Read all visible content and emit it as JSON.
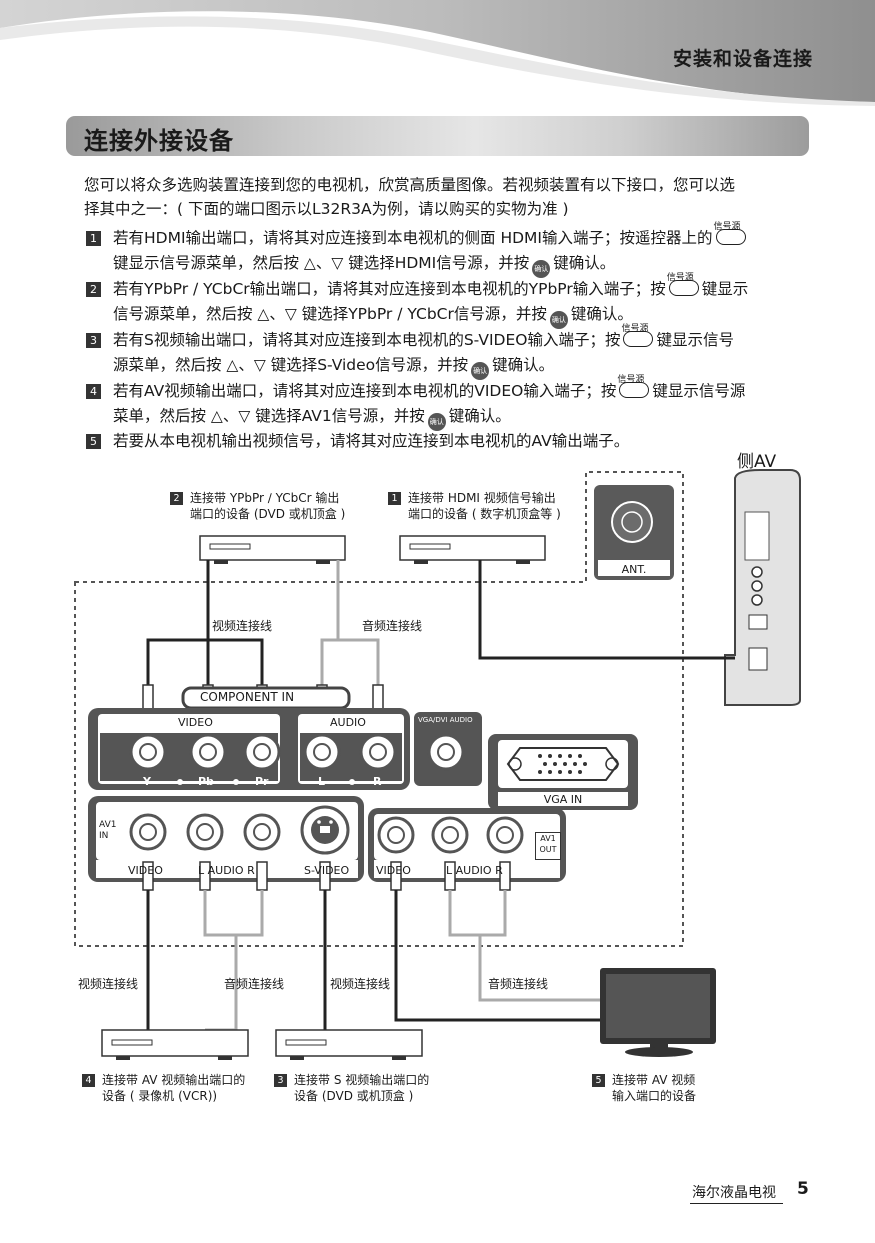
{
  "header": {
    "section_title": "安装和设备连接"
  },
  "page_title": "连接外接设备",
  "intro": [
    "您可以将众多选购装置连接到您的电视机，欣赏高质量图像。若视频装置有以下接口，您可以选",
    "择其中之一：( 下面的端口图示以L32R3A为例，请以购买的实物为准 )"
  ],
  "source_button_label": "信号源",
  "ok_button_label": "确认",
  "steps": [
    {
      "num": "1",
      "l1a": "若有HDMI输出端口，请将其对应连接到本电视机的侧面 HDMI输入端子；按遥控器上的",
      "l1b": "",
      "l2a": "键显示信号源菜单，然后按 △、▽ 键选择HDMI信号源，并按",
      "l2b": "键确认。"
    },
    {
      "num": "2",
      "l1a": "若有YPbPr ∕ YCbCr输出端口，请将其对应连接到本电视机的YPbPr输入端子；按",
      "l1b": "键显示",
      "l2a": "信号源菜单，然后按 △、▽ 键选择YPbPr ∕ YCbCr信号源，并按",
      "l2b": "键确认。"
    },
    {
      "num": "3",
      "l1a": "若有S视频输出端口，请将其对应连接到本电视机的S-VIDEO输入端子；按",
      "l1b": "键显示信号",
      "l2a": "源菜单，然后按 △、▽ 键选择S-Video信号源，并按",
      "l2b": "键确认。"
    },
    {
      "num": "4",
      "l1a": "若有AV视频输出端口，请将其对应连接到本电视机的VIDEO输入端子；按",
      "l1b": "键显示信号源",
      "l2a": "菜单，然后按 △、▽ 键选择AV1信号源，并按",
      "l2b": "键确认。"
    },
    {
      "num": "5",
      "l1a": "若要从本电视机输出视频信号，请将其对应连接到本电视机的AV输出端子。",
      "l1b": "",
      "l2a": "",
      "l2b": ""
    }
  ],
  "diagram": {
    "side_av": "侧AV",
    "ant": "ANT.",
    "dev2": {
      "num": "2",
      "l1": "连接带 YPbPr ∕ YCbCr 输出",
      "l2": "端口的设备 (DVD 或机顶盒 )"
    },
    "dev1": {
      "num": "1",
      "l1": "连接带 HDMI 视频信号输出",
      "l2": "端口的设备 ( 数字机顶盒等 )"
    },
    "dev4": {
      "num": "4",
      "l1": "连接带 AV 视频输出端口的",
      "l2": "设备 ( 录像机 (VCR))"
    },
    "dev3": {
      "num": "3",
      "l1": "连接带 S 视频输出端口的",
      "l2": "设备 (DVD 或机顶盒 )"
    },
    "dev5": {
      "num": "5",
      "l1": "连接带 AV 视频",
      "l2": "输入端口的设备"
    },
    "cable_video": "视频连接线",
    "cable_audio": "音频连接线",
    "component_in": "COMPONENT IN",
    "video": "VIDEO",
    "audio": "AUDIO",
    "y": "Y",
    "pb": "Pb",
    "pr": "Pr",
    "l": "L",
    "r": "R",
    "vga_dvi_audio": "VGA/DVI AUDIO",
    "vga_in": "VGA IN",
    "av1_in": "AV1 IN",
    "av1_out": "AV1 OUT",
    "av_video": "VIDEO",
    "av_audio": "L AUDIO R",
    "s_video": "S-VIDEO"
  },
  "footer": {
    "brand": "海尔液晶电视",
    "page": "5"
  }
}
